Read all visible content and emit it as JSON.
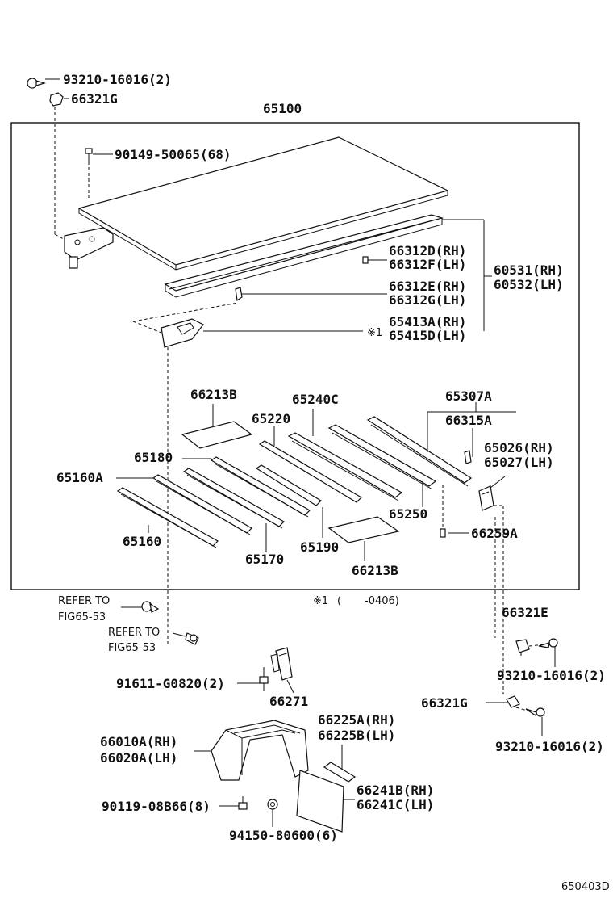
{
  "labels": {
    "assy": "65100",
    "bolt_top": "93210-16016(2)",
    "nut_top": "66321G",
    "screw": "90149-50065(68)",
    "rail_rh": "66312D(RH)",
    "rail_lh": "66312F(LH)",
    "side_rh": "60531(RH)",
    "side_lh": "60532(LH)",
    "clip_rh": "66312E(RH)",
    "clip_lh": "66312G(LH)",
    "brkt_rh": "65413A(RH)",
    "brkt_lh": "65415D(LH)",
    "brkt_note": "※1",
    "pad_top": "66213B",
    "p65240c": "65240C",
    "p65307a": "65307A",
    "p65220": "65220",
    "p66315a": "66315A",
    "p65180": "65180",
    "p65026": "65026(RH)",
    "p65027": "65027(LH)",
    "p65160a": "65160A",
    "p65250": "65250",
    "p66259a": "66259A",
    "p65160": "65160",
    "p65190": "65190",
    "p65170": "65170",
    "pad_bot": "66213B",
    "footnote_mark": "※1",
    "footnote_open": "(",
    "footnote_code": "-0406)",
    "refer1_a": "REFER TO",
    "refer1_b": "FIG65-53",
    "refer2_a": "REFER TO",
    "refer2_b": "FIG65-53",
    "p66321e": "66321E",
    "p91611": "91611-G0820(2)",
    "p66271": "66271",
    "bolt_r1": "93210-16016(2)",
    "p66321g_b": "66321G",
    "bolt_r2": "93210-16016(2)",
    "p66225a": "66225A(RH)",
    "p66225b": "66225B(LH)",
    "p66010a": "66010A(RH)",
    "p66020a": "66020A(LH)",
    "p66241b": "66241B(RH)",
    "p66241c": "66241C(LH)",
    "p90119": "90119-08B66(8)",
    "p94150": "94150-80600(6)",
    "fig_code": "650403D"
  }
}
